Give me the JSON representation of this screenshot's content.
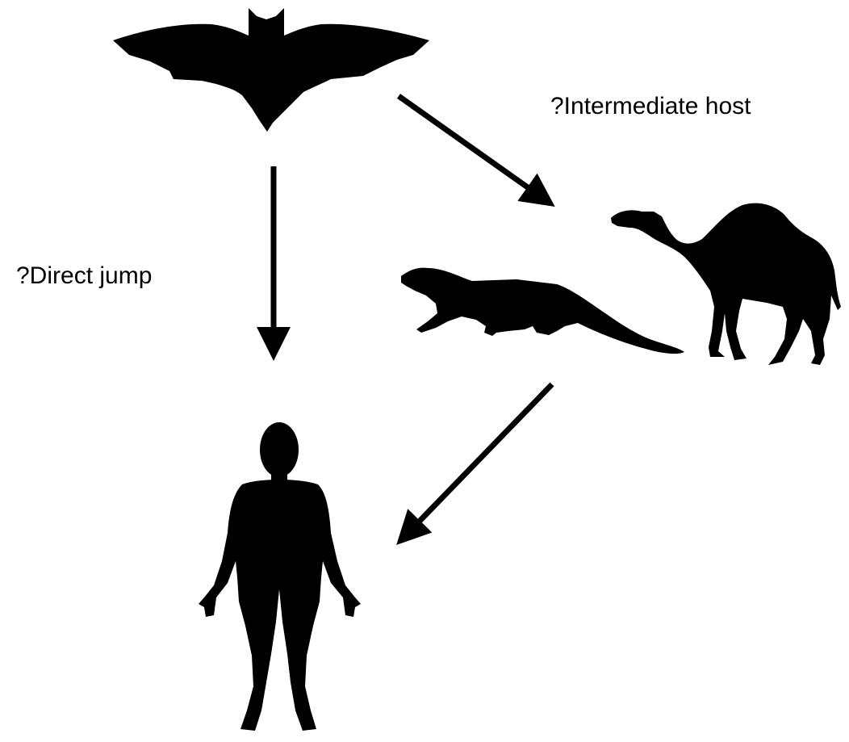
{
  "labels": {
    "intermediate_host": "?Intermediate host",
    "direct_jump": "?Direct jump"
  },
  "nodes": {
    "source": "bat-icon",
    "intermediate": [
      "civet-icon",
      "camel-icon"
    ],
    "target": "human-icon"
  },
  "edges": [
    {
      "from": "bat",
      "to": "human",
      "label": "?Direct jump"
    },
    {
      "from": "bat",
      "to": "intermediate host",
      "label": "?Intermediate host"
    },
    {
      "from": "intermediate host",
      "to": "human"
    }
  ],
  "colors": {
    "ink": "#000000",
    "background": "#ffffff"
  }
}
